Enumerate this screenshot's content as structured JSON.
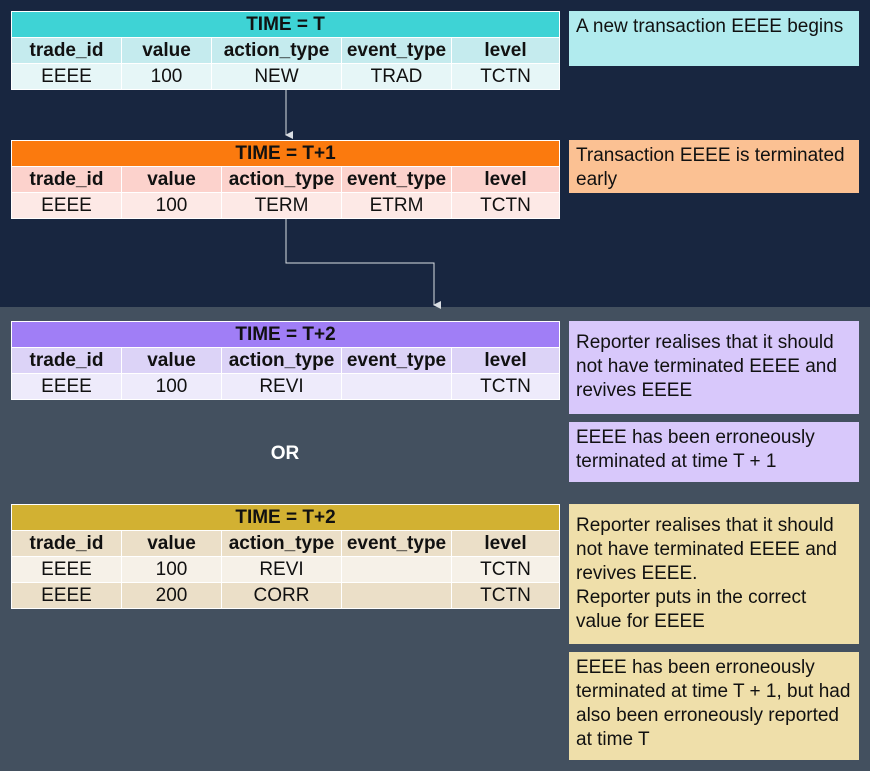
{
  "columns": [
    "trade_id",
    "value",
    "action_type",
    "event_type",
    "level"
  ],
  "tables": [
    {
      "title": "TIME = T",
      "rows": [
        [
          "EEEE",
          "100",
          "NEW",
          "TRAD",
          "TCTN"
        ]
      ]
    },
    {
      "title": "TIME = T+1",
      "rows": [
        [
          "EEEE",
          "100",
          "TERM",
          "ETRM",
          "TCTN"
        ]
      ]
    },
    {
      "title": "TIME = T+2",
      "rows": [
        [
          "EEEE",
          "100",
          "REVI",
          "",
          "TCTN"
        ]
      ]
    },
    {
      "title": "TIME = T+2",
      "rows": [
        [
          "EEEE",
          "100",
          "REVI",
          "",
          "TCTN"
        ],
        [
          "EEEE",
          "200",
          "CORR",
          "",
          "TCTN"
        ]
      ]
    }
  ],
  "notes": {
    "new_transaction": "A new transaction EEEE begins",
    "terminated_early": "Transaction EEEE is terminated early",
    "revives": "Reporter realises that it should not have terminated EEEE and revives EEEE",
    "erroneously_terminated": "EEEE has been erroneously terminated at time T + 1",
    "revives_correct_1": "Reporter realises that it should not have terminated EEEE and revives EEEE.",
    "revives_correct_2": "Reporter puts in the correct value for EEEE",
    "erroneously_terminated_reported": "EEEE has been erroneously terminated at time T + 1, but had also been erroneously reported at time T"
  },
  "or_label": "OR",
  "colors": {
    "dark_background": "#182640",
    "slate_background": "#43505f",
    "teal": "#3ed3d5",
    "orange": "#fb7a0e",
    "purple": "#a07ef6",
    "gold": "#d2b132"
  }
}
